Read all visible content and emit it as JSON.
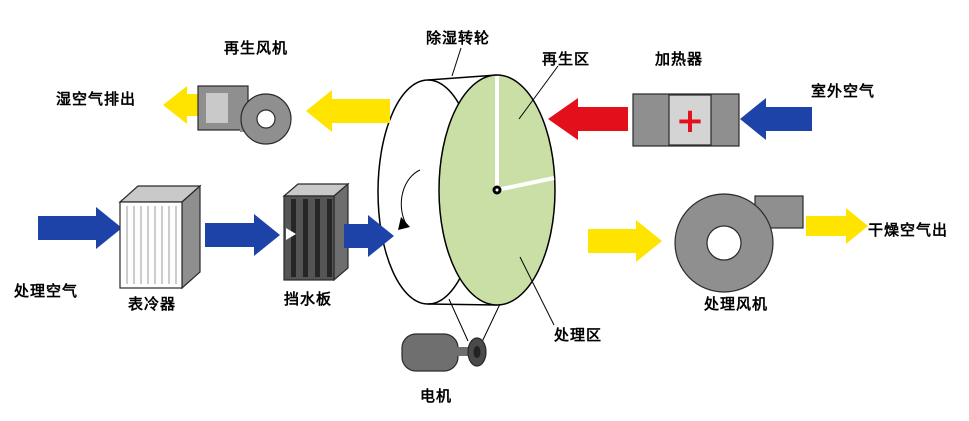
{
  "labels": {
    "regen_fan": "再生风机",
    "humid_air_out": "湿空气排出",
    "wheel": "除湿转轮",
    "regen_zone": "再生区",
    "heater": "加热器",
    "outdoor_air": "室外空气",
    "process_air": "处理空气",
    "surface_cooler": "表冷器",
    "water_baffle": "挡水板",
    "process_zone": "处理区",
    "process_fan": "处理风机",
    "dry_air_out": "干燥空气出",
    "motor": "电机"
  },
  "icons": {
    "heater_plus": "+"
  },
  "colors": {
    "arrow_blue": "#1e43a8",
    "arrow_yellow": "#ffe400",
    "arrow_red": "#e3101c",
    "wheel_green": "#cadfa5",
    "machine_gray": "#8f8f8f",
    "machine_dark": "#555555"
  }
}
